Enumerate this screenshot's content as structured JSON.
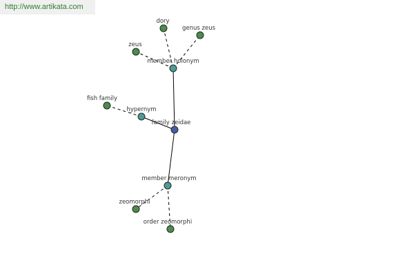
{
  "watermark": "http://www.artikata.com",
  "colors": {
    "root": "#4b5aa8",
    "relation": "#4e9a9a",
    "leaf": "#4f8a4f"
  },
  "nodes": {
    "center": "family zeidae",
    "holonym": "member holonym",
    "hypernym": "hypernym",
    "meronym": "member meronym",
    "dory": "dory",
    "genus_zeus": "genus zeus",
    "zeus": "zeus",
    "fish_family": "fish family",
    "zeomorphi": "zeomorphi",
    "order_zeomorphi": "order zeomorphi"
  }
}
